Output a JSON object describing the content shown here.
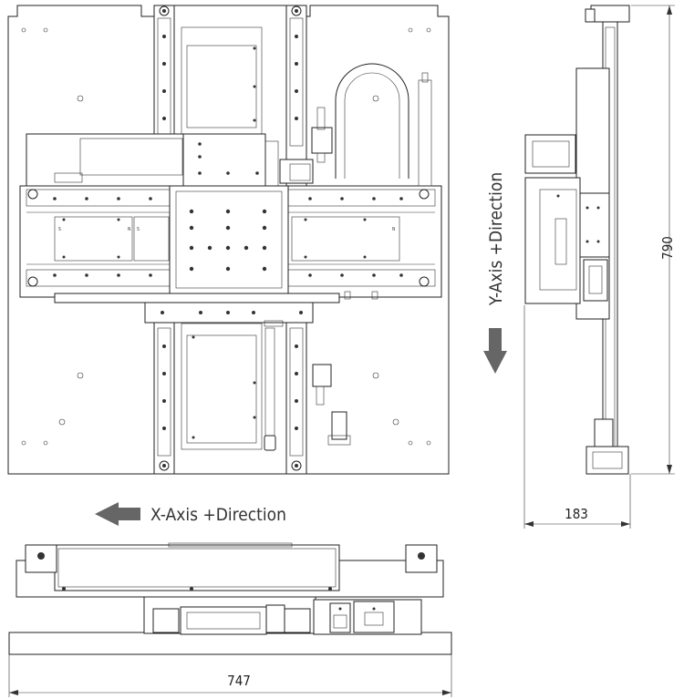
{
  "labels": {
    "x_axis": "X-Axis +Direction",
    "y_axis": "Y-Axis +Direction"
  },
  "dimensions": {
    "width": "747",
    "height": "790",
    "depth": "183"
  },
  "colors": {
    "line": "#222222",
    "arrow": "#666666",
    "background": "#ffffff"
  },
  "views": [
    "top-view",
    "side-view",
    "front-view"
  ],
  "icons": [
    "x-arrow-left-icon",
    "y-arrow-down-icon"
  ]
}
